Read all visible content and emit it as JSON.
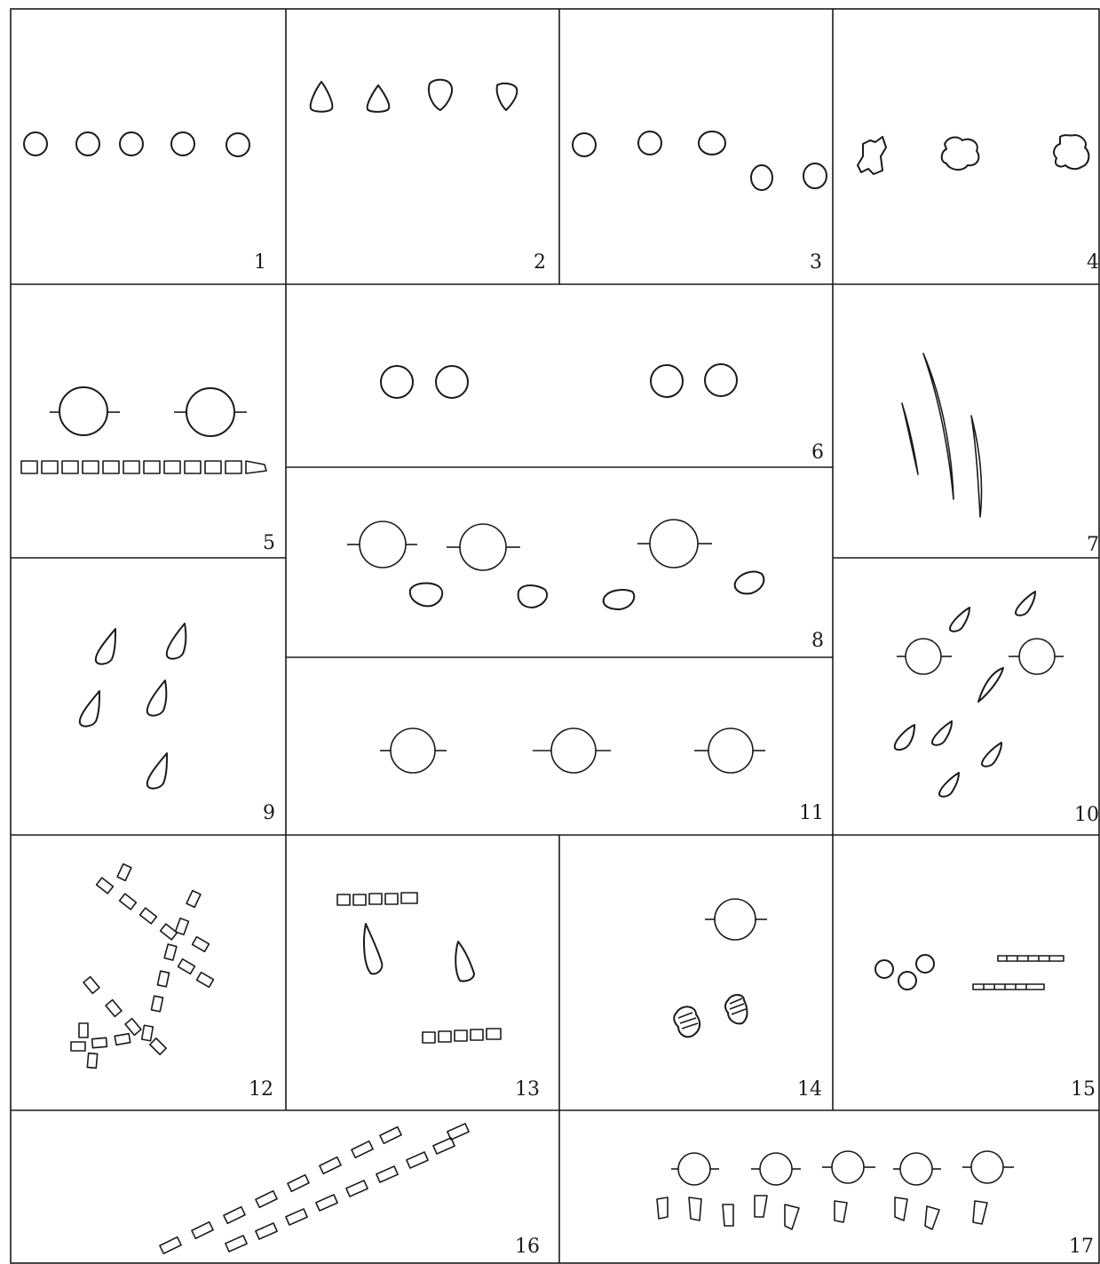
{
  "panels": [
    {
      "label": "1"
    },
    {
      "label": "2"
    },
    {
      "label": "3"
    },
    {
      "label": "4"
    },
    {
      "label": "5"
    },
    {
      "label": "6"
    },
    {
      "label": "7"
    },
    {
      "label": "8"
    },
    {
      "label": "9"
    },
    {
      "label": "10"
    },
    {
      "label": "11"
    },
    {
      "label": "12"
    },
    {
      "label": "13"
    },
    {
      "label": "14"
    },
    {
      "label": "15"
    },
    {
      "label": "16"
    },
    {
      "label": "17"
    }
  ]
}
